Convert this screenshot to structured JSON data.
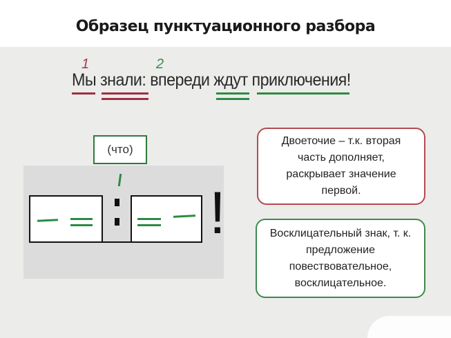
{
  "title": "Образец пунктуационного разбора",
  "sentence": {
    "clause1_number": "1",
    "clause2_number": "2",
    "text": "Мы знали:  впереди ждут приключения!"
  },
  "scheme": {
    "question_label": "(что)",
    "colon": ":",
    "end_mark": "!"
  },
  "notes": {
    "colon_note": "Двоеточие – т.к. вторая часть дополняет, раскрывает значение первой.",
    "exclamation_note": "Восклицательный знак, т. к. предложение повествовательное, восклицательное."
  },
  "colors": {
    "subject_underline": "#9e2f43",
    "predicate_underline_clause2": "#2d8a43",
    "colon_note_border": "#b34a50",
    "exclamation_note_border": "#3d8a4c"
  }
}
